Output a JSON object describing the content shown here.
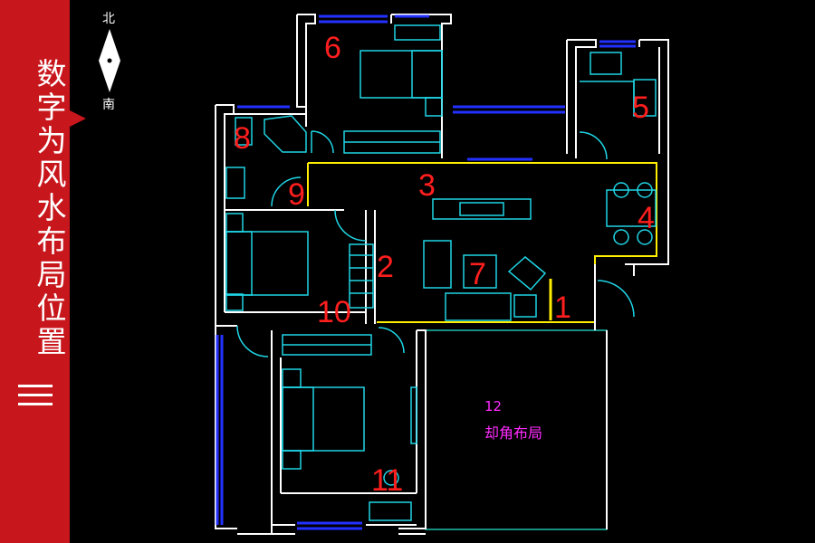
{
  "sidebar": {
    "title": "数字为风水布局位置",
    "menu_icon": "menu-icon"
  },
  "compass": {
    "north": "北",
    "south": "南",
    "icon": "compass-needle-icon"
  },
  "labels": {
    "n1": "1",
    "n2": "2",
    "n3": "3",
    "n4": "4",
    "n5": "5",
    "n6": "6",
    "n7": "7",
    "n8": "8",
    "n9": "9",
    "n10": "10",
    "n11": "11",
    "n12": "12",
    "cut_corner": "却角布局"
  },
  "colors": {
    "sidebar": "#c8171c",
    "walls": "#ffffff",
    "furniture": "#1fd6e6",
    "windows": "#2231ff",
    "highlight": "#ffee00",
    "numbers": "#ff1e1e",
    "annotation": "#ff2bff",
    "cut_corner_outline": "#1fbfb0"
  }
}
